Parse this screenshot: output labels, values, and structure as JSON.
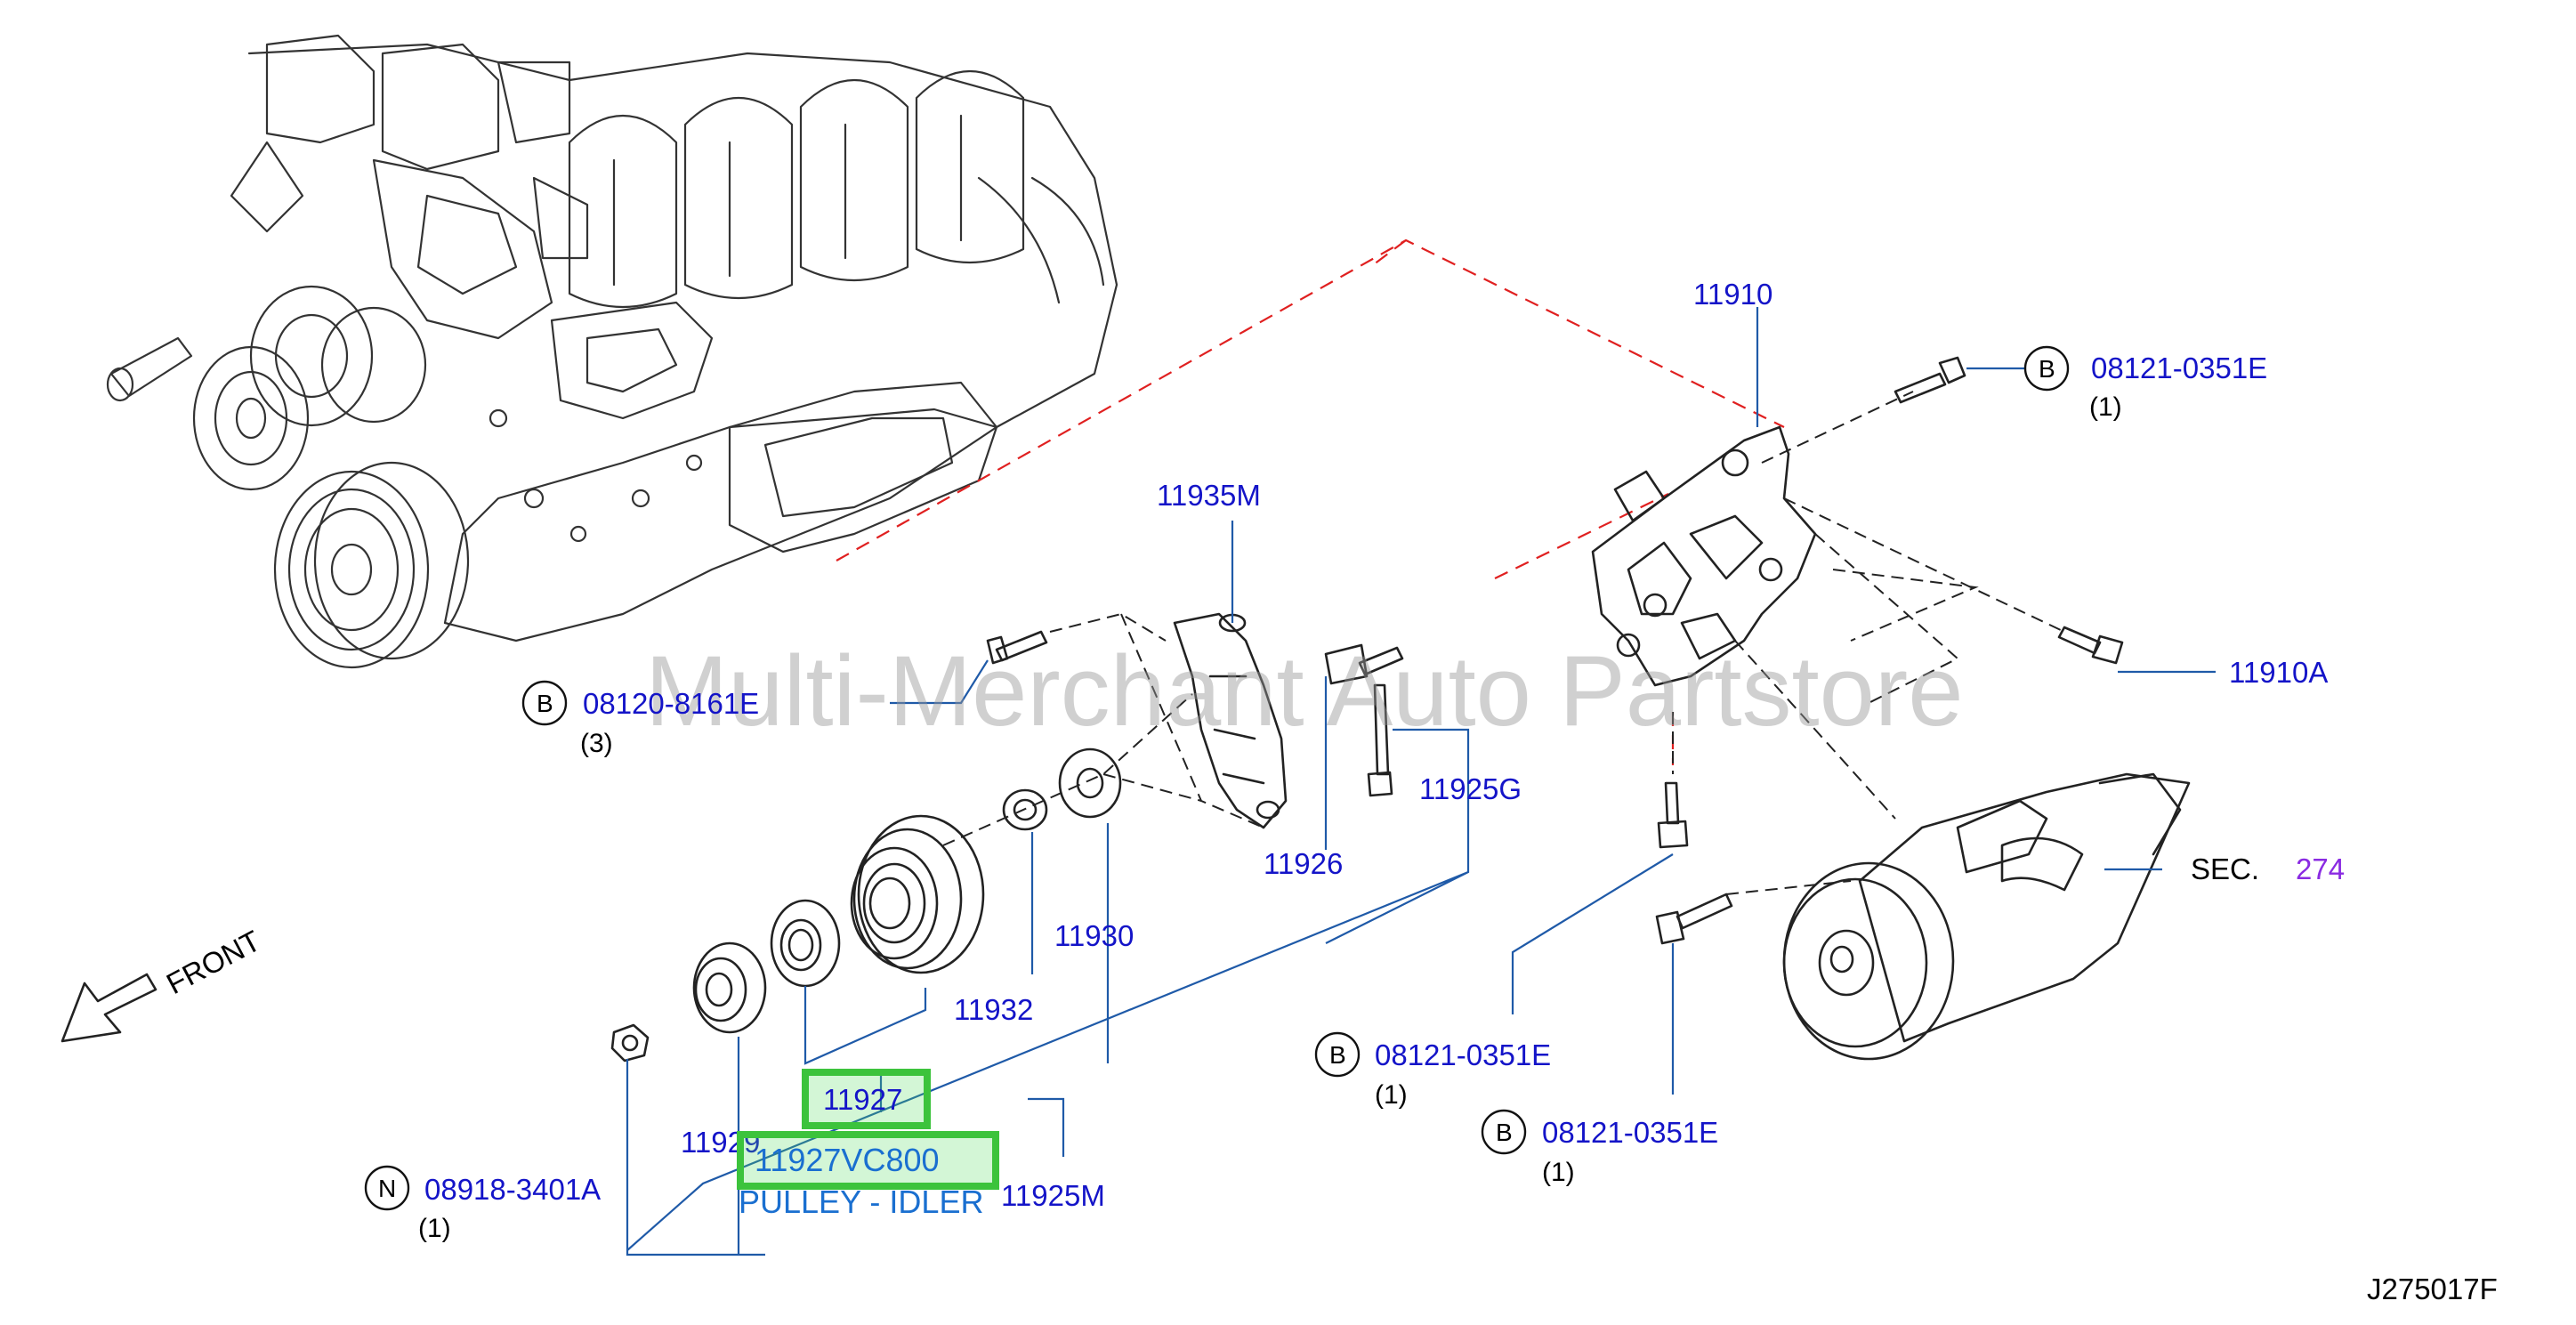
{
  "watermark": "Multi-Merchant Auto Partstore",
  "diagram_code": "J275017F",
  "front_label": "FRONT",
  "section_ref": {
    "prefix": "SEC.",
    "number": "274"
  },
  "part_numbers": {
    "p11910": "11910",
    "p11910A": "11910A",
    "p11935M": "11935M",
    "p11925G": "11925G",
    "p11926": "11926",
    "p11930": "11930",
    "p11932": "11932",
    "p11927": "11927",
    "p11929": "11929",
    "p11925M": "11925M"
  },
  "fasteners": [
    {
      "prefix": "B",
      "number": "08121-0351E",
      "qty": "(1)"
    },
    {
      "prefix": "B",
      "number": "08120-8161E",
      "qty": "(3)"
    },
    {
      "prefix": "B",
      "number": "08121-0351E",
      "qty": "(1)"
    },
    {
      "prefix": "B",
      "number": "08121-0351E",
      "qty": "(1)"
    },
    {
      "prefix": "N",
      "number": "08918-3401A",
      "qty": "(1)"
    }
  ],
  "highlight": {
    "part_number": "11927VC800",
    "description": "PULLEY - IDLER"
  },
  "colors": {
    "callout": "#1414c8",
    "leader": "#1f5aa8",
    "highlight": "#3cc33c",
    "engine_link": "#e02020",
    "section": "#8a2be2"
  }
}
